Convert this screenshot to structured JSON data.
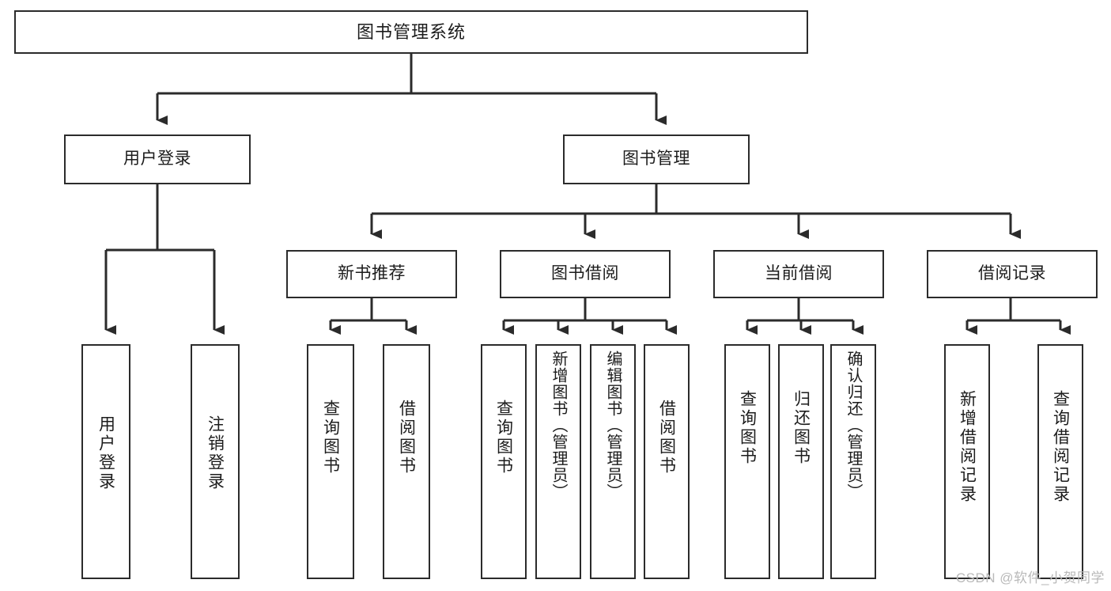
{
  "diagram": {
    "title": "图书管理系统",
    "type": "tree",
    "watermark": "CSDN @软件_小贺同学",
    "colors": {
      "box_border": "#2b2b2b",
      "box_fill": "#ffffff",
      "connector": "#2b2b2b",
      "text": "#1c1c1c",
      "watermark": "#b9b9b9"
    },
    "levels": {
      "root": "图书管理系统",
      "level2": [
        "用户登录",
        "图书管理"
      ],
      "level3": [
        "新书推荐",
        "图书借阅",
        "当前借阅",
        "借阅记录"
      ]
    },
    "nodes": {
      "root": {
        "label": "图书管理系统",
        "orientation": "horizontal"
      },
      "user_login": {
        "label": "用户登录",
        "orientation": "horizontal"
      },
      "book_manage": {
        "label": "图书管理",
        "orientation": "horizontal"
      },
      "new_book_rec": {
        "label": "新书推荐",
        "orientation": "horizontal"
      },
      "book_borrow": {
        "label": "图书借阅",
        "orientation": "horizontal"
      },
      "current_borrow": {
        "label": "当前借阅",
        "orientation": "horizontal"
      },
      "borrow_record": {
        "label": "借阅记录",
        "orientation": "horizontal"
      },
      "leaf_user_login": {
        "label": "用户登录",
        "orientation": "vertical"
      },
      "leaf_logout": {
        "label": "注销登录",
        "orientation": "vertical"
      },
      "leaf_query_book_1": {
        "label": "查询图书",
        "orientation": "vertical"
      },
      "leaf_borrow_book_1": {
        "label": "借阅图书",
        "orientation": "vertical"
      },
      "leaf_query_book_2": {
        "label": "查询图书",
        "orientation": "vertical"
      },
      "leaf_add_book": {
        "label": "新增图书（管理员）",
        "orientation": "vertical"
      },
      "leaf_edit_book": {
        "label": "编辑图书（管理员）",
        "orientation": "vertical"
      },
      "leaf_borrow_book_2": {
        "label": "借阅图书",
        "orientation": "vertical"
      },
      "leaf_query_book_3": {
        "label": "查询图书",
        "orientation": "vertical"
      },
      "leaf_return_book": {
        "label": "归还图书",
        "orientation": "vertical"
      },
      "leaf_confirm_return": {
        "label": "确认归还（管理员）",
        "orientation": "vertical"
      },
      "leaf_add_record": {
        "label": "新增借阅记录",
        "orientation": "vertical"
      },
      "leaf_query_record": {
        "label": "查询借阅记录",
        "orientation": "vertical"
      }
    },
    "edges": [
      {
        "from": "图书管理系统",
        "to": "用户登录"
      },
      {
        "from": "图书管理系统",
        "to": "图书管理"
      },
      {
        "from": "用户登录",
        "to": "用户登录"
      },
      {
        "from": "用户登录",
        "to": "注销登录"
      },
      {
        "from": "图书管理",
        "to": "新书推荐"
      },
      {
        "from": "图书管理",
        "to": "图书借阅"
      },
      {
        "from": "图书管理",
        "to": "当前借阅"
      },
      {
        "from": "图书管理",
        "to": "借阅记录"
      },
      {
        "from": "新书推荐",
        "to": "查询图书"
      },
      {
        "from": "新书推荐",
        "to": "借阅图书"
      },
      {
        "from": "图书借阅",
        "to": "查询图书"
      },
      {
        "from": "图书借阅",
        "to": "新增图书（管理员）"
      },
      {
        "from": "图书借阅",
        "to": "编辑图书（管理员）"
      },
      {
        "from": "图书借阅",
        "to": "借阅图书"
      },
      {
        "from": "当前借阅",
        "to": "查询图书"
      },
      {
        "from": "当前借阅",
        "to": "归还图书"
      },
      {
        "from": "当前借阅",
        "to": "确认归还（管理员）"
      },
      {
        "from": "借阅记录",
        "to": "新增借阅记录"
      },
      {
        "from": "借阅记录",
        "to": "查询借阅记录"
      }
    ]
  }
}
